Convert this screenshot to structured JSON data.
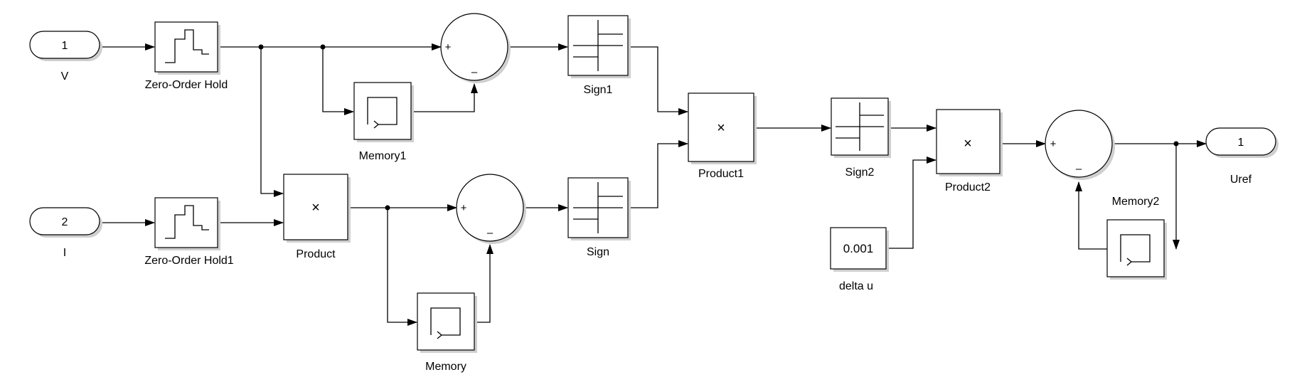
{
  "inports": [
    {
      "number": "1",
      "label": "V"
    },
    {
      "number": "2",
      "label": "I"
    }
  ],
  "outport": {
    "number": "1",
    "label": "Uref"
  },
  "zero_order_holds": [
    {
      "label": "Zero-Order Hold"
    },
    {
      "label": "Zero-Order Hold1"
    }
  ],
  "memories": [
    {
      "label": "Memory1"
    },
    {
      "label": "Memory"
    },
    {
      "label": "Memory2"
    }
  ],
  "signs": [
    {
      "label": "Sign1"
    },
    {
      "label": "Sign"
    },
    {
      "label": "Sign2"
    }
  ],
  "products": [
    {
      "label": "Product",
      "symbol": "×"
    },
    {
      "label": "Product1",
      "symbol": "×"
    },
    {
      "label": "Product2",
      "symbol": "×"
    }
  ],
  "sums": [
    {
      "plus": "+",
      "minus": "–"
    },
    {
      "plus": "+",
      "minus": "–"
    },
    {
      "plus": "+",
      "minus": "–"
    }
  ],
  "constant": {
    "value": "0.001",
    "label": "delta u"
  }
}
